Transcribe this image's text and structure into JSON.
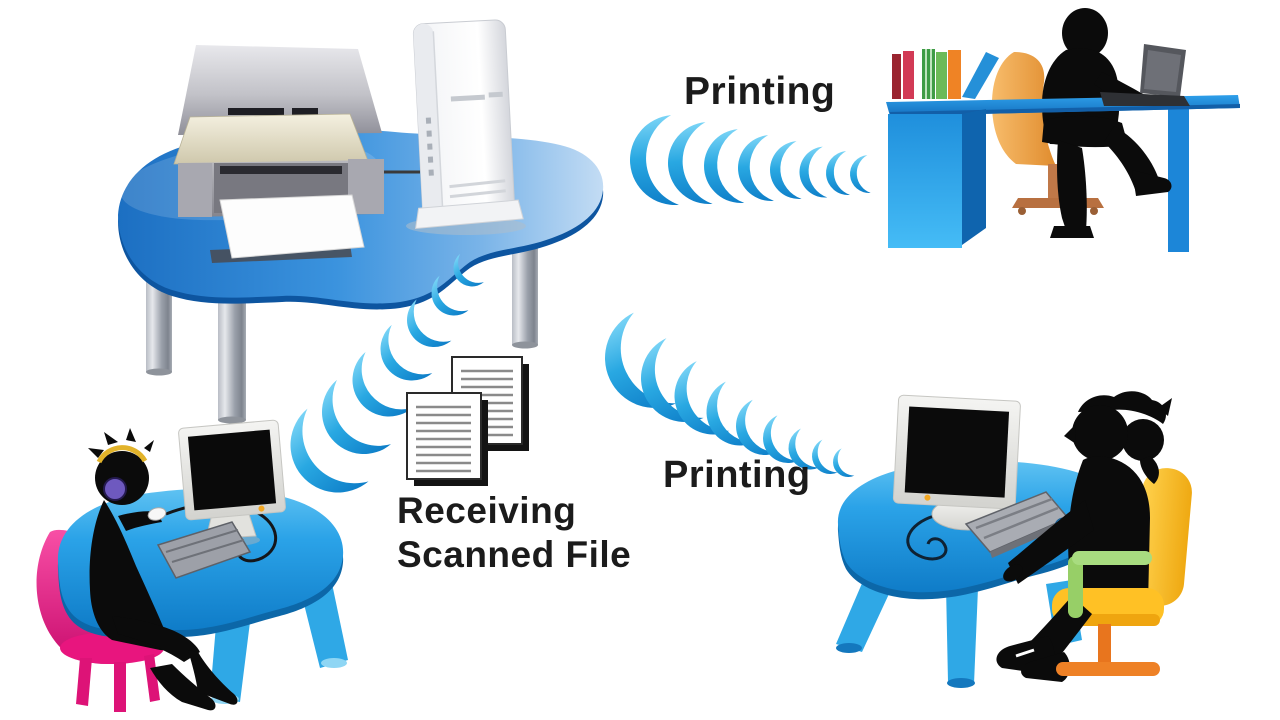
{
  "title": "Wireless printing and scanning network diagram",
  "labels": {
    "printing_top": "Printing",
    "printing_bottom": "Printing",
    "receiving_line1": "Receiving",
    "receiving_line2": "Scanned File"
  },
  "components": {
    "printer": "multifunction-printer-icon",
    "router": "wireless-router-icon",
    "documents": "scanned-documents-icon",
    "wifi": "wifi-signal-arcs-icon",
    "laptop_user": "laptop-user-at-desk",
    "pc_user_receiving": "desktop-user-receiving-scan",
    "pc_user_printing": "desktop-user-printing"
  },
  "colors": {
    "background": "#FFFFFF",
    "wifi_blue": "#29A8E2",
    "table_blue": "#2E8FD6",
    "table_blue_bright": "#29ABE2",
    "desk_blue": "#1E8FE0",
    "silhouette_black": "#0B0B0B",
    "chair_pink": "#E8157E",
    "chair_orange": "#F2A85C",
    "chair_yellow": "#FFC125",
    "chair_base_orange": "#EE8126",
    "armrest_green": "#A8DC80",
    "headphone_purple": "#6E59BF",
    "label_text": "#1B1B1B",
    "document_line_gray": "#8A8A8A"
  }
}
